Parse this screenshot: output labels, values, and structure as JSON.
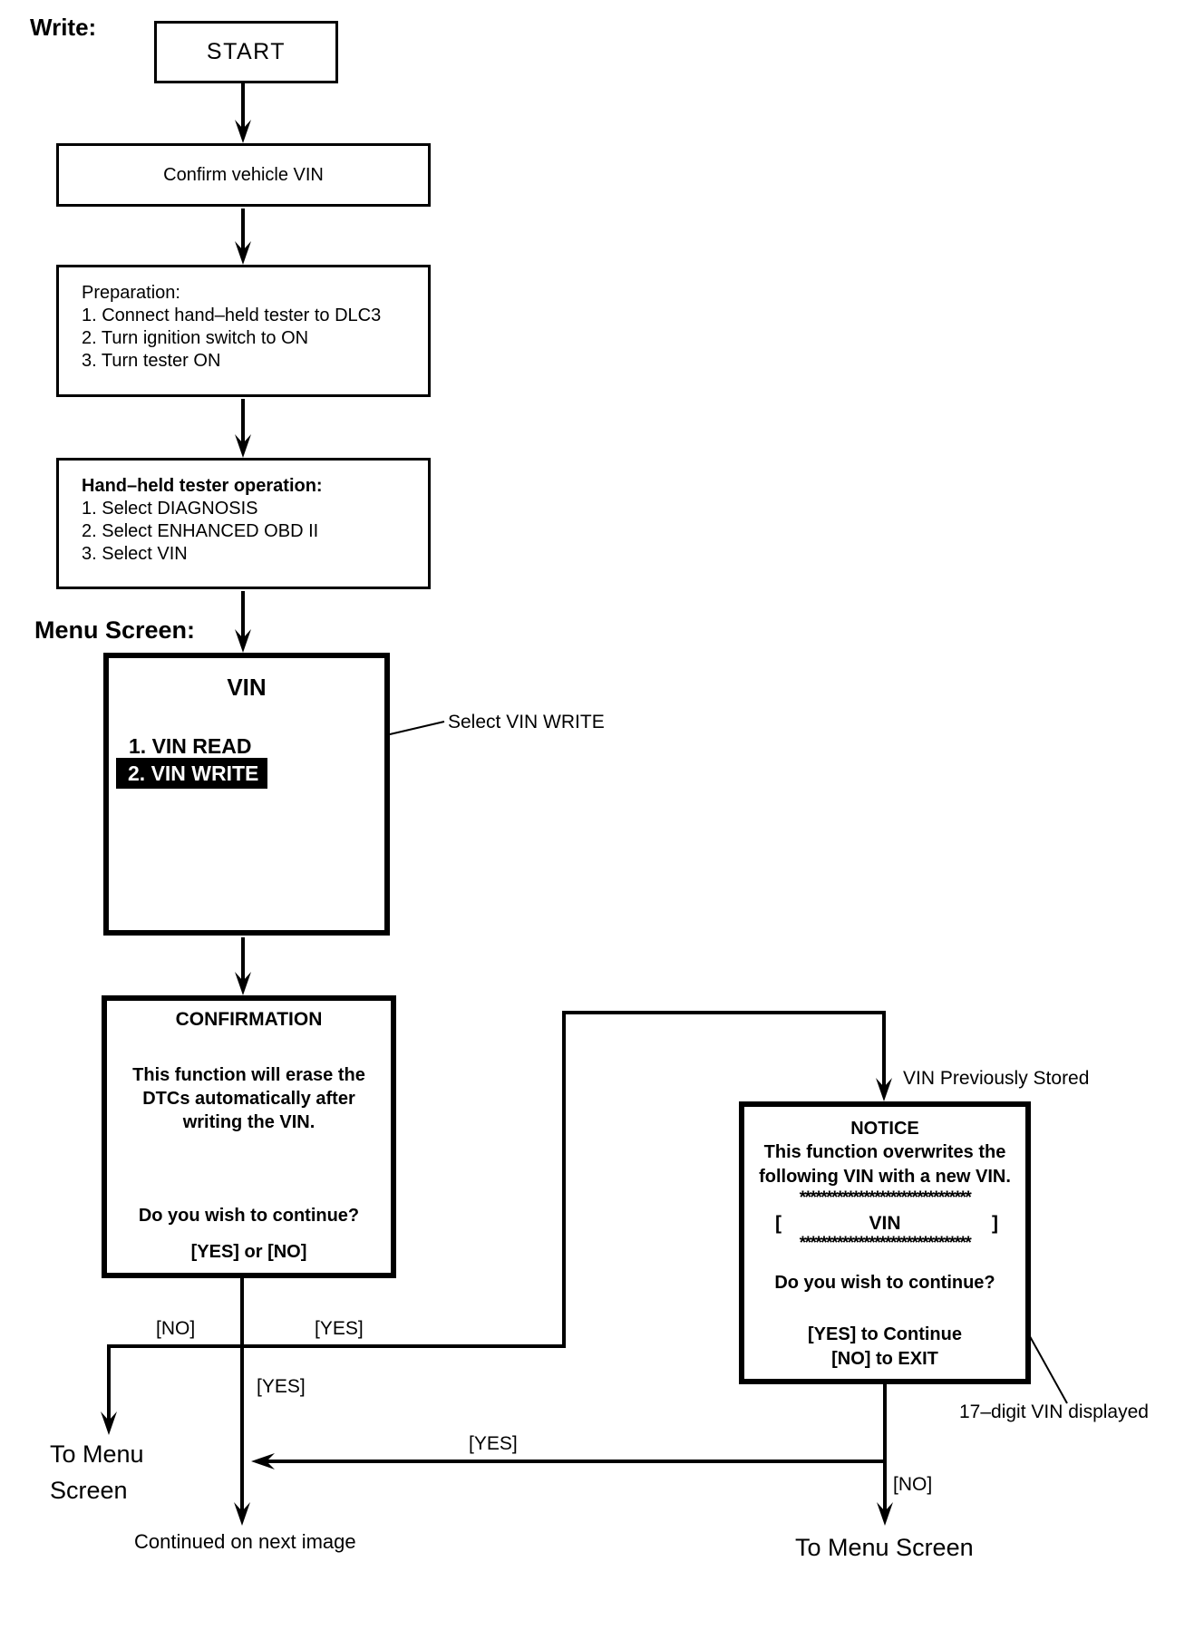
{
  "section": {
    "write_label": "Write:",
    "menu_screen_label": "Menu Screen:"
  },
  "nodes": {
    "start": {
      "label": "START"
    },
    "confirm_vin": {
      "label": "Confirm vehicle VIN"
    },
    "preparation": {
      "title": "Preparation:",
      "steps": [
        "1. Connect hand–held tester to DLC3",
        "2. Turn ignition switch to ON",
        "3. Turn tester ON"
      ]
    },
    "tester_operation": {
      "title": "Hand–held tester operation:",
      "steps": [
        "1. Select DIAGNOSIS",
        "2. Select ENHANCED OBD II",
        "3. Select VIN"
      ]
    },
    "vin_menu": {
      "title": "VIN",
      "items": [
        {
          "label": "1. VIN READ"
        },
        {
          "label": "2. VIN WRITE"
        }
      ]
    },
    "confirmation": {
      "title": "CONFIRMATION",
      "body_lines": [
        "This function will erase the",
        "DTCs automatically after",
        "writing the VIN."
      ],
      "question": "Do you wish to continue?",
      "options": "[YES] or [NO]"
    },
    "notice": {
      "title": "NOTICE",
      "body_lines": [
        "This function overwrites the",
        "following VIN with a new VIN."
      ],
      "stars_top": "********************************",
      "vin_row": {
        "open": "[",
        "label": "VIN",
        "close": "]"
      },
      "stars_bottom": "********************************",
      "question": "Do you wish to continue?",
      "yes_line": "[YES] to Continue",
      "no_line": "[NO] to EXIT"
    }
  },
  "annotations": {
    "select_vin_write": "Select VIN WRITE",
    "vin_previously_stored": "VIN Previously Stored",
    "seventeen_digit_vin": "17–digit VIN displayed"
  },
  "edge_labels": {
    "confirmation_no": "[NO]",
    "confirmation_yes": "[YES]",
    "center_yes": "[YES]",
    "notice_return_yes": "[YES]",
    "notice_no": "[NO]"
  },
  "terminals": {
    "menu_left_line1": "To Menu",
    "menu_left_line2": "Screen",
    "continued": "Continued on next image",
    "menu_right": "To Menu Screen"
  },
  "colors": {
    "ink": "#000000",
    "background": "#ffffff",
    "highlight_bg": "#000000",
    "highlight_text": "#ffffff"
  }
}
